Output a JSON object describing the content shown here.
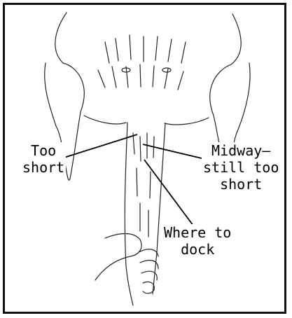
{
  "labels": {
    "too_short": "Too\nshort",
    "midway": "Midway—\nstill too\nshort",
    "where_to_dock": "Where to\ndock"
  },
  "colors": {
    "line": "#000000",
    "background": "#ffffff"
  }
}
